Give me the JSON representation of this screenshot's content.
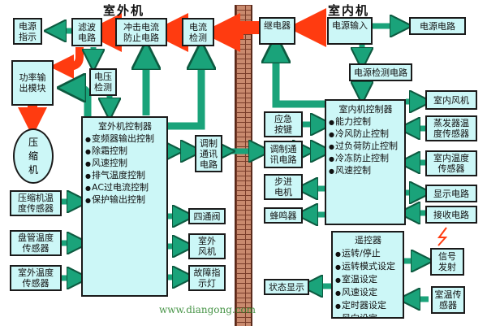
{
  "colors": {
    "box_fill": "#ccf7f7",
    "green_arrow": "#1aa37a",
    "red_arrow": "#ff3b10",
    "wall": "#c98a6e"
  },
  "titles": {
    "outdoor": "室外机",
    "indoor": "室内机"
  },
  "outdoor": {
    "power_indicator": "电源\n指示",
    "filter_circuit": "滤波\n电路",
    "surge_protection": "冲击电流\n防止电路",
    "current_detect": "电流\n检测",
    "power_module": "功率输\n出模块",
    "voltage_detect": "电压\n检测",
    "compressor": "压\n缩\n机",
    "comm_circuit": "调制\n通讯\n电路",
    "compressor_temp": "压缩机温\n度传感器",
    "coil_temp": "盘管温度\n传感器",
    "outdoor_temp": "室外温度\n传感器",
    "four_way_valve": "四通阀",
    "outdoor_fan": "室外\n风机",
    "fault_light": "故障指\n示灯",
    "controller": {
      "title": "室外机控制器",
      "items": [
        "变频器输出控制",
        "除霜控制",
        "风速控制",
        "排气温度控制",
        "AC过电流控制",
        "保护输出控制"
      ]
    }
  },
  "indoor": {
    "relay": "继电器",
    "power_input": "电源输入",
    "power_circuit": "电源电路",
    "power_detect": "电源检测电路",
    "indoor_fan": "室内风机",
    "emergency_key": "应急\n按键",
    "comm_circuit": "调制通\n讯电路",
    "stepper_motor": "步进\n电机",
    "buzzer": "蜂鸣器",
    "evaporator_temp": "蒸发器温\n度传感器",
    "indoor_temp": "室内温度\n传感器",
    "display_circuit": "显示电路",
    "receive_circuit": "接收电路",
    "signal_emit": "信号\n发射",
    "room_temp_sensor": "室温传\n感器",
    "status_display": "状态显示",
    "controller": {
      "title": "室内机控制器",
      "items": [
        "能力控制",
        "冷风防止控制",
        "过负荷防止控制",
        "冷冻防止控制",
        "风速控制"
      ]
    },
    "remote": {
      "title": "遥控器",
      "items": [
        "运转/停止",
        "运转模式设定",
        "室温设定",
        "风速设定",
        "定时器设定",
        "风向设定"
      ]
    }
  },
  "watermark": "www.diangong.com"
}
